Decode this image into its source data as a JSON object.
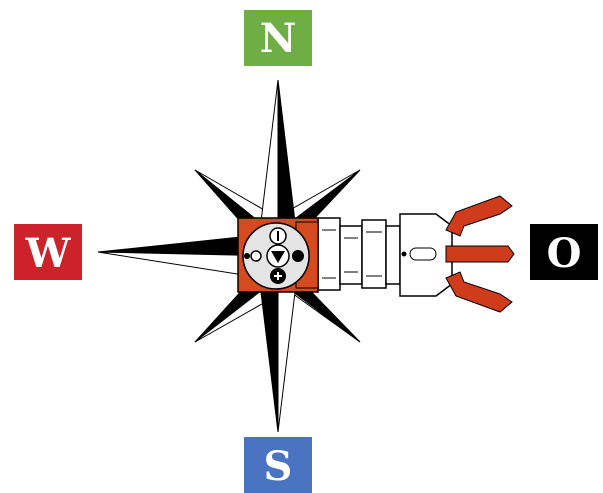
{
  "compass": {
    "north": {
      "label": "N",
      "color": "#6fae45"
    },
    "south": {
      "label": "S",
      "color": "#4a73c2"
    },
    "west": {
      "label": "W",
      "color": "#cc2229"
    },
    "east": {
      "label": "O",
      "color": "#000000"
    }
  },
  "rose": {
    "color": "#000000",
    "outline": "#000000"
  },
  "control_hub": {
    "body_color": "#d54a1f",
    "panel_color": "#e4e4e4",
    "buttons": {
      "top": {
        "icon": "power-icon",
        "glyph": "I"
      },
      "center": {
        "icon": "triangle-down-icon"
      },
      "bottom": {
        "icon": "plus-icon",
        "glyph": "+"
      },
      "right": {
        "icon": "filled-circle-icon"
      },
      "left": {
        "icon": "ring-icon"
      }
    }
  },
  "gripper": {
    "finger_color": "#d03b1c",
    "body_color": "#ffffff"
  }
}
